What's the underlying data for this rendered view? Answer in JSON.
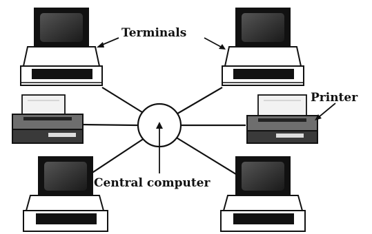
{
  "labels": {
    "terminals": "Terminals",
    "printer": "Printer",
    "central": "Central computer"
  },
  "colors": {
    "ink": "#111111",
    "screen": "#2a2a2a",
    "shade": "#6e6e6e",
    "paper": "#f2f2f2"
  }
}
